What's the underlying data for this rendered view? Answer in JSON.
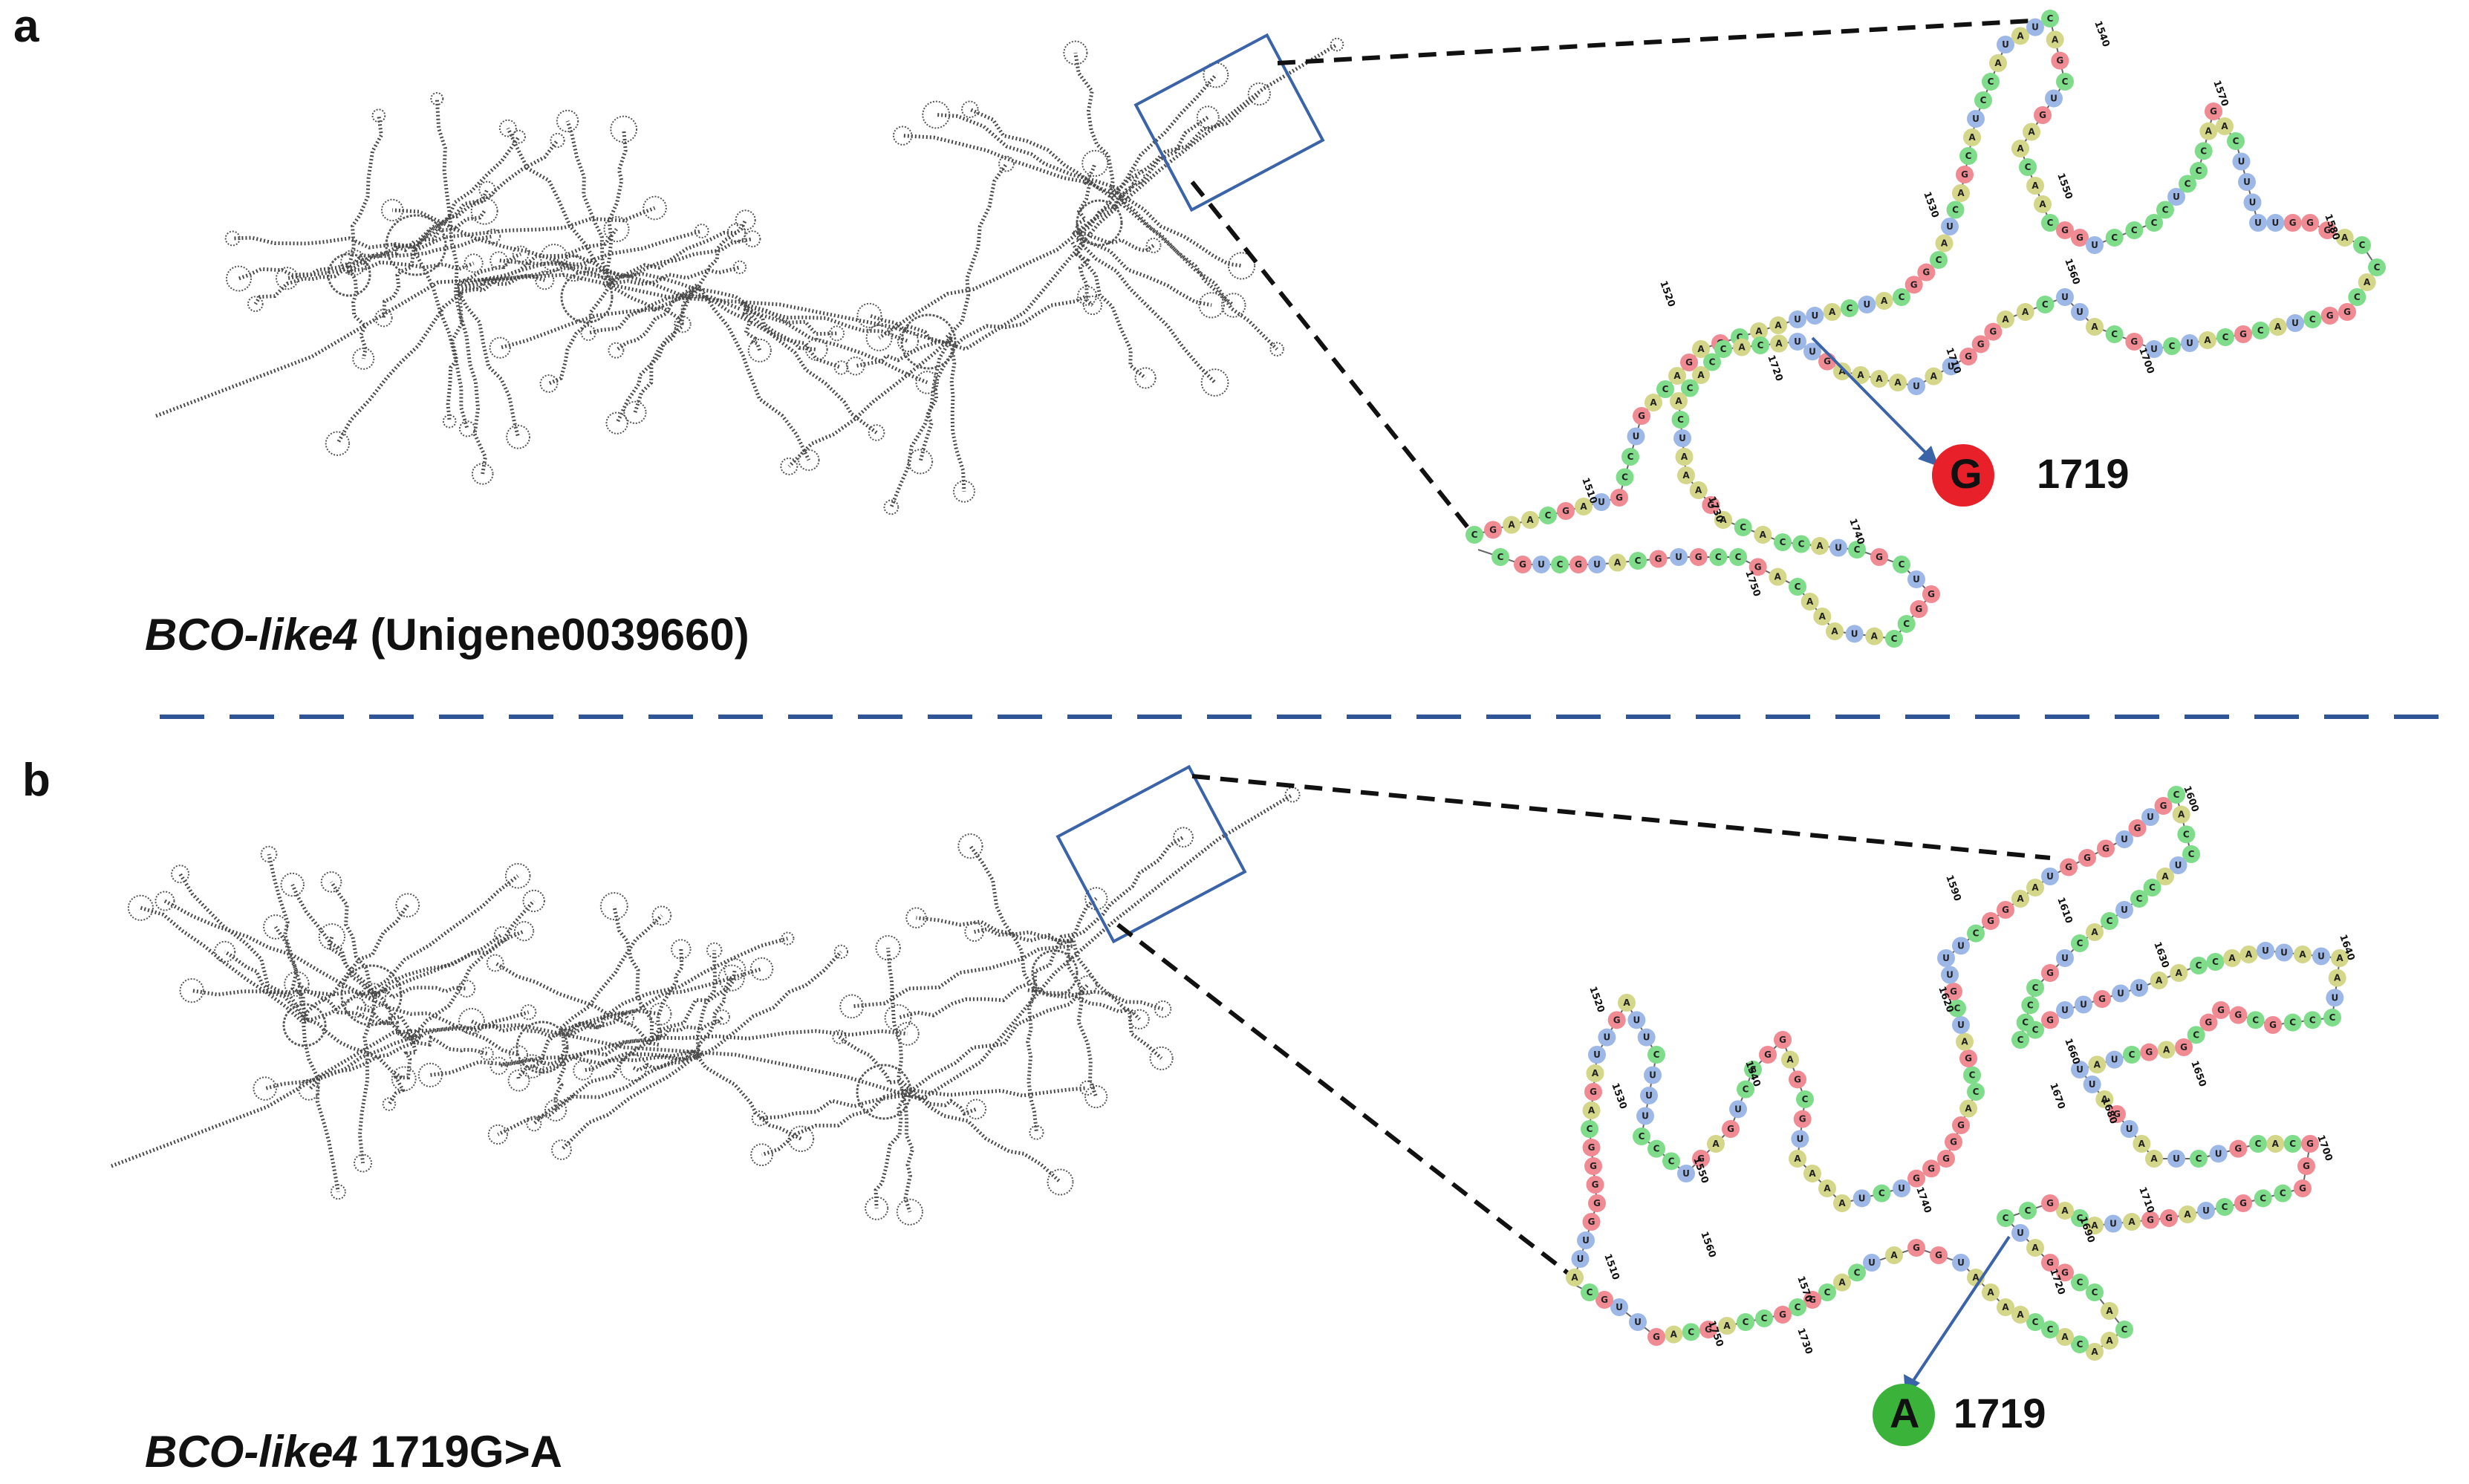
{
  "panels": [
    {
      "letter": "a",
      "gene": "BCO-like4",
      "caption_rest": "(Unigene0039660)",
      "variant_base": "G",
      "variant_color": "#e8202a",
      "variant_position": "1719",
      "position_labels": [
        "1510",
        "1520",
        "1530",
        "1540",
        "1550",
        "1560",
        "1570",
        "1580",
        "1700",
        "1710",
        "1720",
        "1730",
        "1740",
        "1750"
      ]
    },
    {
      "letter": "b",
      "gene": "BCO-like4",
      "caption_rest": "1719G>A",
      "variant_base": "A",
      "variant_color": "#3bb33b",
      "variant_position": "1719",
      "position_labels": [
        "1510",
        "1520",
        "1530",
        "1540",
        "1550",
        "1560",
        "1570",
        "1590",
        "1600",
        "1610",
        "1620",
        "1630",
        "1640",
        "1650",
        "1660",
        "1670",
        "1680",
        "1690",
        "1700",
        "1710",
        "1720",
        "1730",
        "1740",
        "1750"
      ]
    }
  ],
  "colors": {
    "divider": "#2f5597",
    "zoom_box": "#3a63a8",
    "arrow": "#3a63a8",
    "nt_A": "#d4d68a",
    "nt_C": "#7fdc8a",
    "nt_G": "#f08a93",
    "nt_U": "#9db8e6"
  }
}
